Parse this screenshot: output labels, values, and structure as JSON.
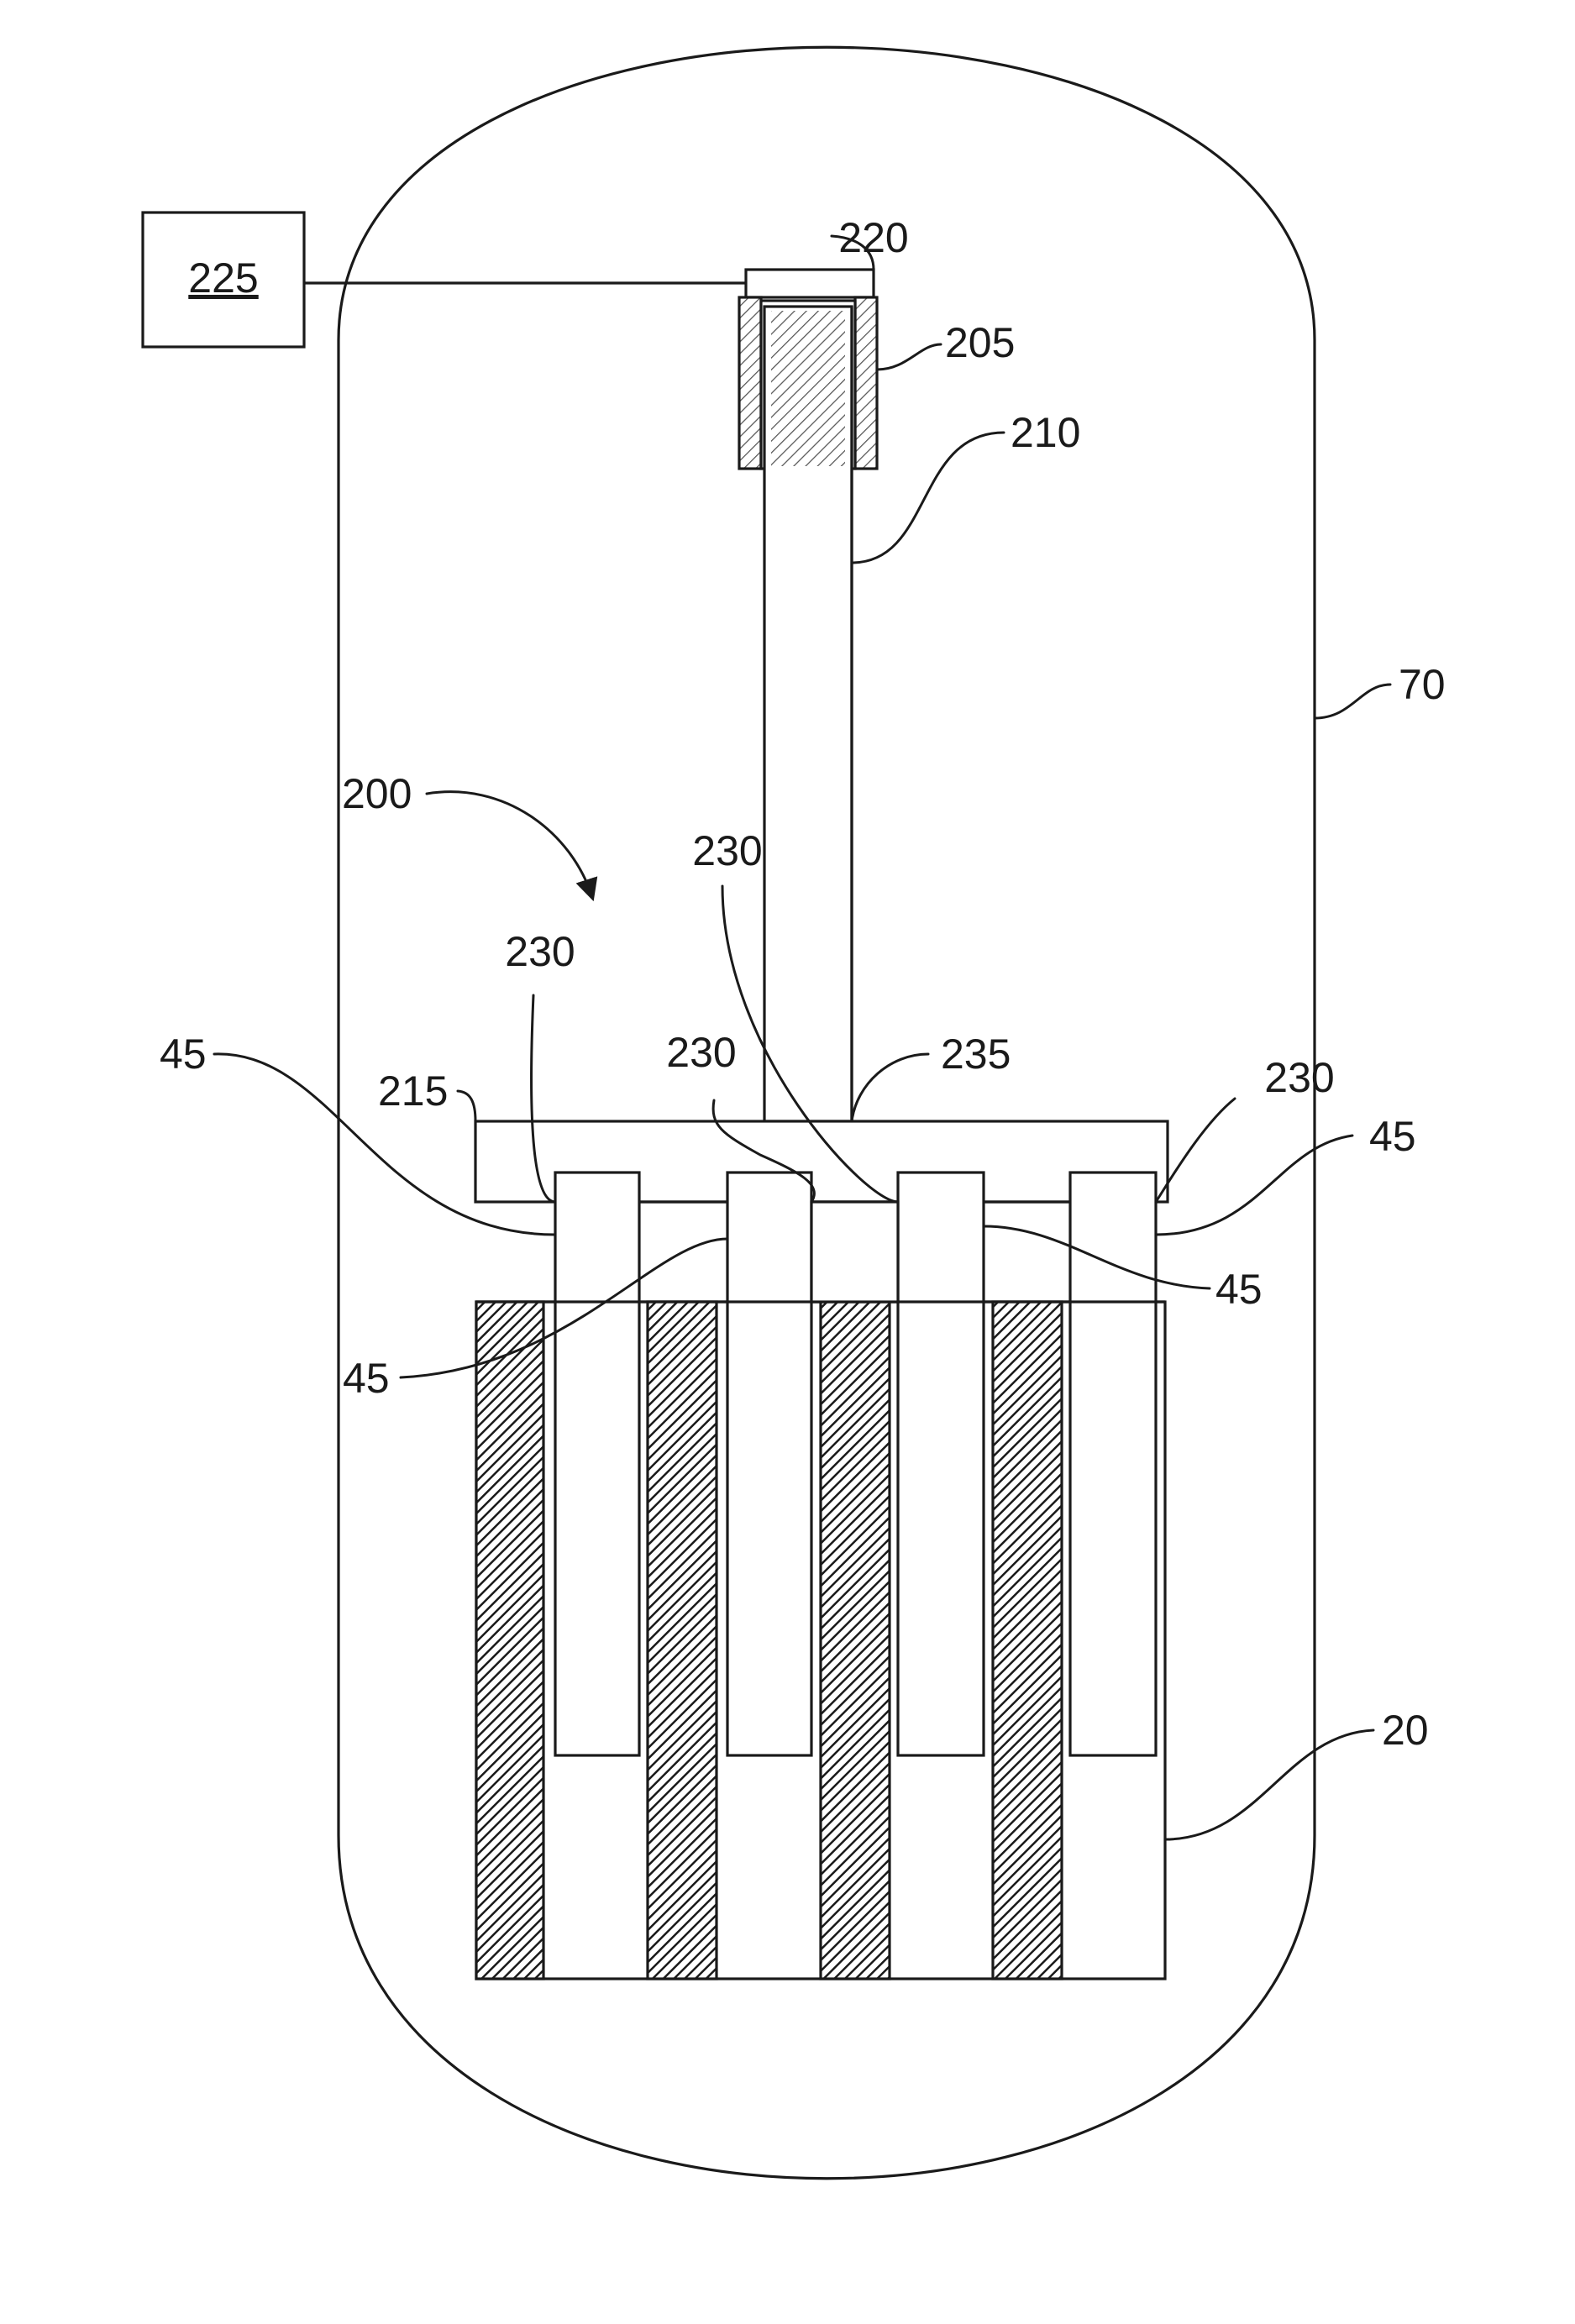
{
  "figure": {
    "labels": {
      "l_225": "225",
      "l_220": "220",
      "l_205": "205",
      "l_210": "210",
      "l_70": "70",
      "l_200": "200",
      "l_230_a": "230",
      "l_230_b": "230",
      "l_230_c": "230",
      "l_230_d": "230",
      "l_235": "235",
      "l_215": "215",
      "l_45_a": "45",
      "l_45_b": "45",
      "l_45_c": "45",
      "l_45_d": "45",
      "l_20": "20"
    }
  }
}
